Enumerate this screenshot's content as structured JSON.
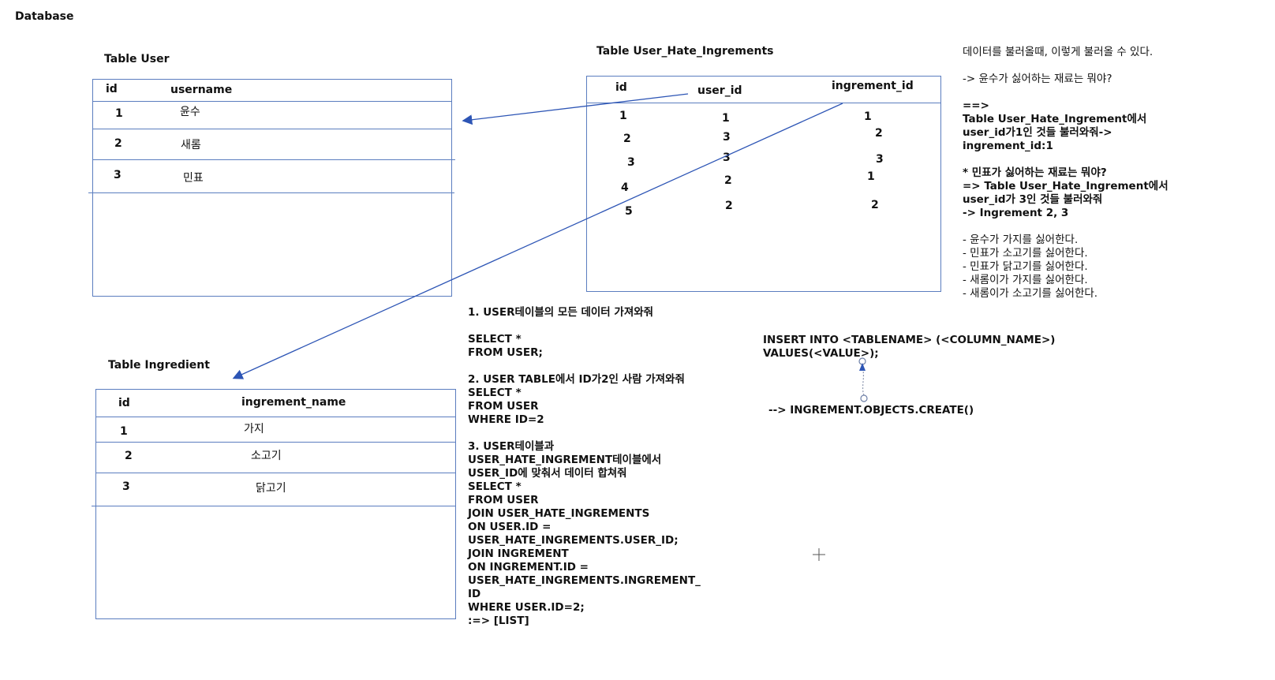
{
  "page": {
    "title": "Database"
  },
  "table_user": {
    "title": "Table User",
    "headers": [
      "id",
      "username"
    ],
    "rows": [
      {
        "id": "1",
        "username": "윤수"
      },
      {
        "id": "2",
        "username": "새롬"
      },
      {
        "id": "3",
        "username": "민표"
      }
    ]
  },
  "table_uhi": {
    "title": "Table User_Hate_Ingrements",
    "headers": [
      "id",
      "user_id",
      "ingrement_id"
    ],
    "rows": [
      {
        "id": "1",
        "user_id": "1",
        "ingrement_id": "1"
      },
      {
        "id": "2",
        "user_id": "3",
        "ingrement_id": "2"
      },
      {
        "id": "3",
        "user_id": "3",
        "ingrement_id": "3"
      },
      {
        "id": "4",
        "user_id": "2",
        "ingrement_id": "1"
      },
      {
        "id": "5",
        "user_id": "2",
        "ingrement_id": "2"
      }
    ]
  },
  "table_ingredient": {
    "title": "Table Ingredient",
    "headers": [
      "id",
      "ingrement_name"
    ],
    "rows": [
      {
        "id": "1",
        "name": "가지"
      },
      {
        "id": "2",
        "name": "소고기"
      },
      {
        "id": "3",
        "name": "닭고기"
      }
    ]
  },
  "notes_right": [
    "데이터를 불러올때, 이렇게 불러올 수 있다.",
    "",
    "-> 윤수가 싫어하는 재료는 뭐야?",
    "",
    "==>",
    "Table User_Hate_Ingrement에서",
    "user_id가1인 것들 불러와줘->",
    "ingrement_id:1",
    "",
    "* 민표가 싫어하는 재료는 뭐야?",
    "=> Table User_Hate_Ingrement에서",
    "user_id가 3인 것들 불러와줘",
    "-> Ingrement 2, 3",
    "",
    "- 윤수가 가지를 싫어한다.",
    "- 민표가 소고기를 싫어한다.",
    "- 민표가 닭고기를 싫어한다.",
    "- 새롬이가 가지를 싫어한다.",
    "- 새롬이가 소고기를 싫어한다."
  ],
  "sql_notes": [
    "1. USER테이블의 모든 데이터 가져와줘",
    "",
    "SELECT *",
    "FROM USER;",
    "",
    "2. USER TABLE에서 ID가2인 사람 가져와줘",
    "SELECT *",
    "FROM USER",
    "WHERE ID=2",
    "",
    "3. USER테이블과",
    "USER_HATE_INGREMENT테이블에서",
    "USER_ID에 맞춰서 데이터 합쳐줘",
    "SELECT *",
    "FROM USER",
    "JOIN USER_HATE_INGREMENTS",
    "ON USER.ID =",
    "USER_HATE_INGREMENTS.USER_ID;",
    "JOIN INGREMENT",
    "ON INGREMENT.ID =",
    "USER_HATE_INGREMENTS.INGREMENT_",
    "ID",
    "WHERE USER.ID=2;",
    ":=> [LIST]"
  ],
  "insert_notes": {
    "lines": [
      "INSERT INTO <TABLENAME> (<COLUMN_NAME>)",
      "VALUES(<VALUE>);"
    ],
    "orm": "--> INGREMENT.OBJECTS.CREATE()"
  },
  "colors": {
    "line": "#5b7dbf",
    "arrow": "#2d55b5"
  }
}
